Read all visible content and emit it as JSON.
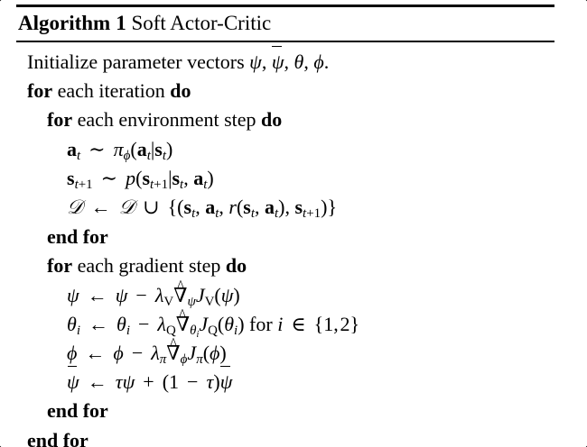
{
  "document": {
    "type": "algorithm-float",
    "font": "serif",
    "background_color": "#ffffff",
    "text_color": "#000000"
  },
  "algorithm": {
    "label": "Algorithm",
    "number": "1",
    "title": "Soft Actor-Critic",
    "header_text": "Algorithm 1 Soft Actor-Critic",
    "rules": {
      "top": true,
      "after_header": true,
      "bottom": true
    },
    "lines": [
      {
        "id": "init",
        "indent": 0,
        "text": "Initialize parameter vectors ψ, ψ̄, θ, ϕ.",
        "keywords": []
      },
      {
        "id": "for-iteration",
        "indent": 0,
        "text": "for each iteration do",
        "keywords": [
          "for",
          "do"
        ]
      },
      {
        "id": "for-env-step",
        "indent": 1,
        "text": "for each environment step do",
        "keywords": [
          "for",
          "do"
        ]
      },
      {
        "id": "sample-action",
        "indent": 2,
        "text": "a_t ~ π_ϕ(a_t | s_t)",
        "keywords": []
      },
      {
        "id": "sample-next-state",
        "indent": 2,
        "text": "s_{t+1} ~ p(s_{t+1} | s_t, a_t)",
        "keywords": []
      },
      {
        "id": "buffer-update",
        "indent": 2,
        "text": "D ← D ∪ {(s_t, a_t, r(s_t, a_t), s_{t+1})}",
        "keywords": []
      },
      {
        "id": "end-for-env",
        "indent": 1,
        "text": "end for",
        "keywords": [
          "end",
          "for"
        ]
      },
      {
        "id": "for-gradient-step",
        "indent": 1,
        "text": "for each gradient step do",
        "keywords": [
          "for",
          "do"
        ]
      },
      {
        "id": "update-psi",
        "indent": 2,
        "text": "ψ ← ψ − λ_V ∇̂_ψ J_V(ψ)",
        "keywords": []
      },
      {
        "id": "update-theta",
        "indent": 2,
        "text": "θ_i ← θ_i − λ_Q ∇̂_{θ_i} J_Q(θ_i) for i ∈ {1,2}",
        "keywords": []
      },
      {
        "id": "update-phi",
        "indent": 2,
        "text": "ϕ ← ϕ − λ_π ∇̂_ϕ J_π(ϕ)",
        "keywords": []
      },
      {
        "id": "update-psi-bar",
        "indent": 2,
        "text": "ψ̄ ← τψ + (1 − τ)ψ̄",
        "keywords": []
      },
      {
        "id": "end-for-gradient",
        "indent": 1,
        "text": "end for",
        "keywords": [
          "end",
          "for"
        ]
      },
      {
        "id": "end-for-iteration",
        "indent": 0,
        "text": "end for",
        "keywords": [
          "end",
          "for"
        ]
      }
    ]
  }
}
